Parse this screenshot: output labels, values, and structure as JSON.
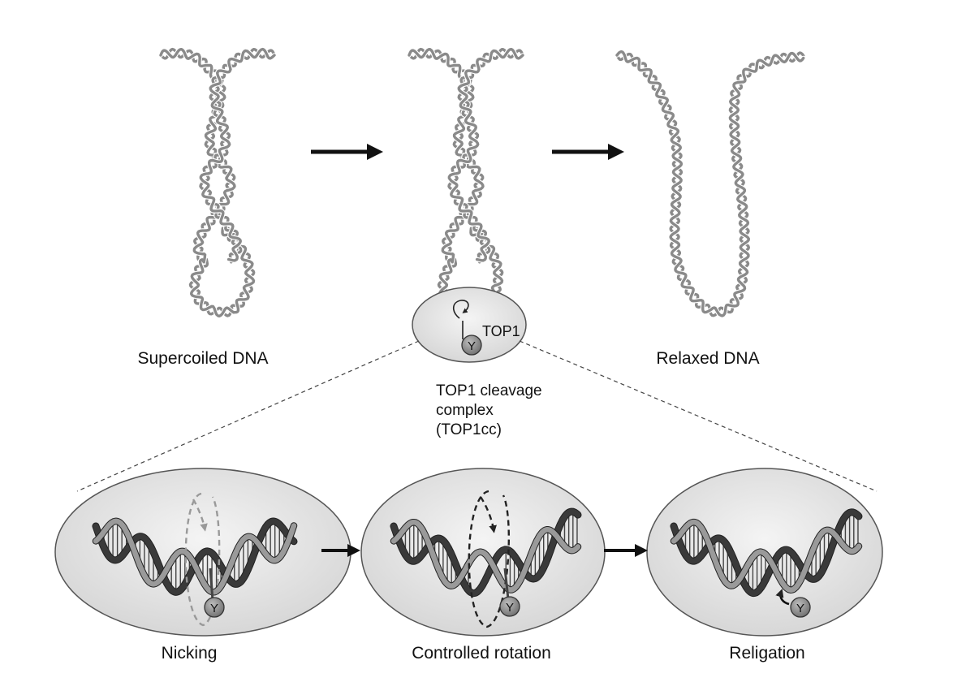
{
  "labels": {
    "supercoiled": "Supercoiled DNA",
    "relaxed": "Relaxed DNA",
    "top1": "TOP1",
    "cc_line1": "TOP1 cleavage",
    "cc_line2": "complex",
    "cc_line3": "(TOP1cc)",
    "nicking": "Nicking",
    "rotation": "Controlled rotation",
    "religation": "Religation",
    "tyrosine": "Y"
  },
  "colors": {
    "dna_strand": "#8a8a8a",
    "dna_dark": "#3a3a3a",
    "enzyme_fill": "#e4e4e4",
    "enzyme_edge": "#555555",
    "arrow": "#111111",
    "guide_dash": "#444444"
  }
}
